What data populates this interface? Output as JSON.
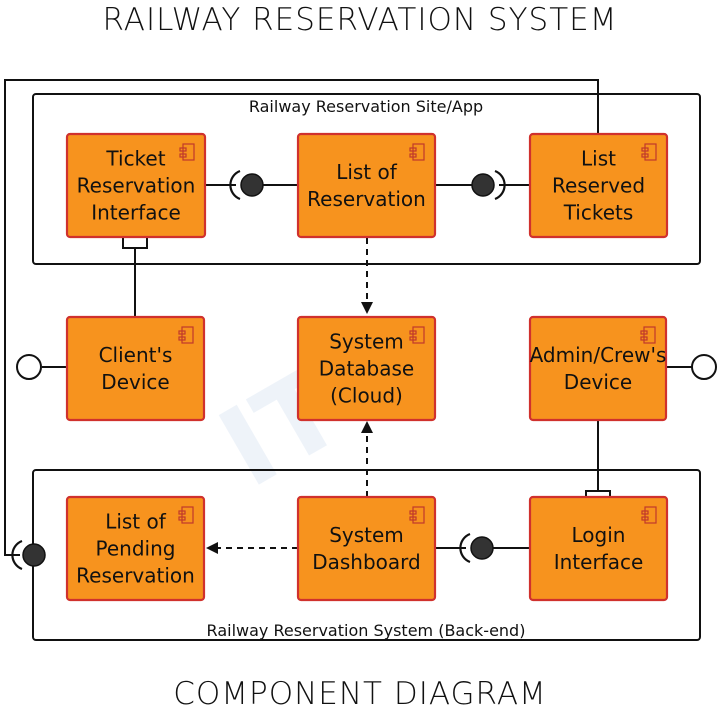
{
  "title": "RAILWAY RESERVATION SYSTEM",
  "footer": "COMPONENT DIAGRAM",
  "frames": {
    "site": "Railway Reservation Site/App",
    "backend": "Railway Reservation System (Back-end)"
  },
  "components": {
    "ticket_reservation_interface": [
      "Ticket",
      "Reservation",
      "Interface"
    ],
    "list_of_reservation": [
      "List of",
      "Reservation"
    ],
    "list_reserved_tickets": [
      "List",
      "Reserved",
      "Tickets"
    ],
    "clients_device": [
      "Client's",
      "Device"
    ],
    "system_database": [
      "System",
      "Database",
      "(Cloud)"
    ],
    "admin_crew_device": [
      "Admin/Crew's",
      "Device"
    ],
    "list_of_pending_reservation": [
      "List of",
      "Pending",
      "Reservation"
    ],
    "system_dashboard": [
      "System",
      "Dashboard"
    ],
    "login_interface": [
      "Login",
      "Interface"
    ]
  },
  "colors": {
    "component_fill": "#f7931e",
    "component_border": "#d0312d",
    "line": "#111111"
  },
  "icons": {
    "component": "uml-component-icon",
    "provided_interface": "ball-icon",
    "required_interface": "socket-icon",
    "port": "port-square-icon"
  }
}
